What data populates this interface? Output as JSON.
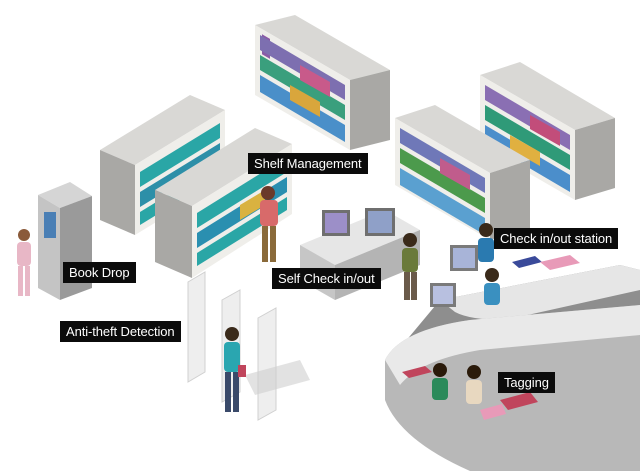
{
  "labels": {
    "shelf_management": "Shelf Management",
    "book_drop": "Book Drop",
    "self_check": "Self Check in/out",
    "check_station": "Check in/out station",
    "anti_theft": "Anti-theft Detection",
    "tagging": "Tagging"
  },
  "colors": {
    "shelf_top": "#d8d8d6",
    "shelf_side": "#a9a9a7",
    "shelf_back": "#ecebe8",
    "teal_books": "#2aa6a6",
    "desk": "#8d8d8d",
    "desk_top": "#e9e9e9",
    "label_bg": "#0b0b0b"
  }
}
